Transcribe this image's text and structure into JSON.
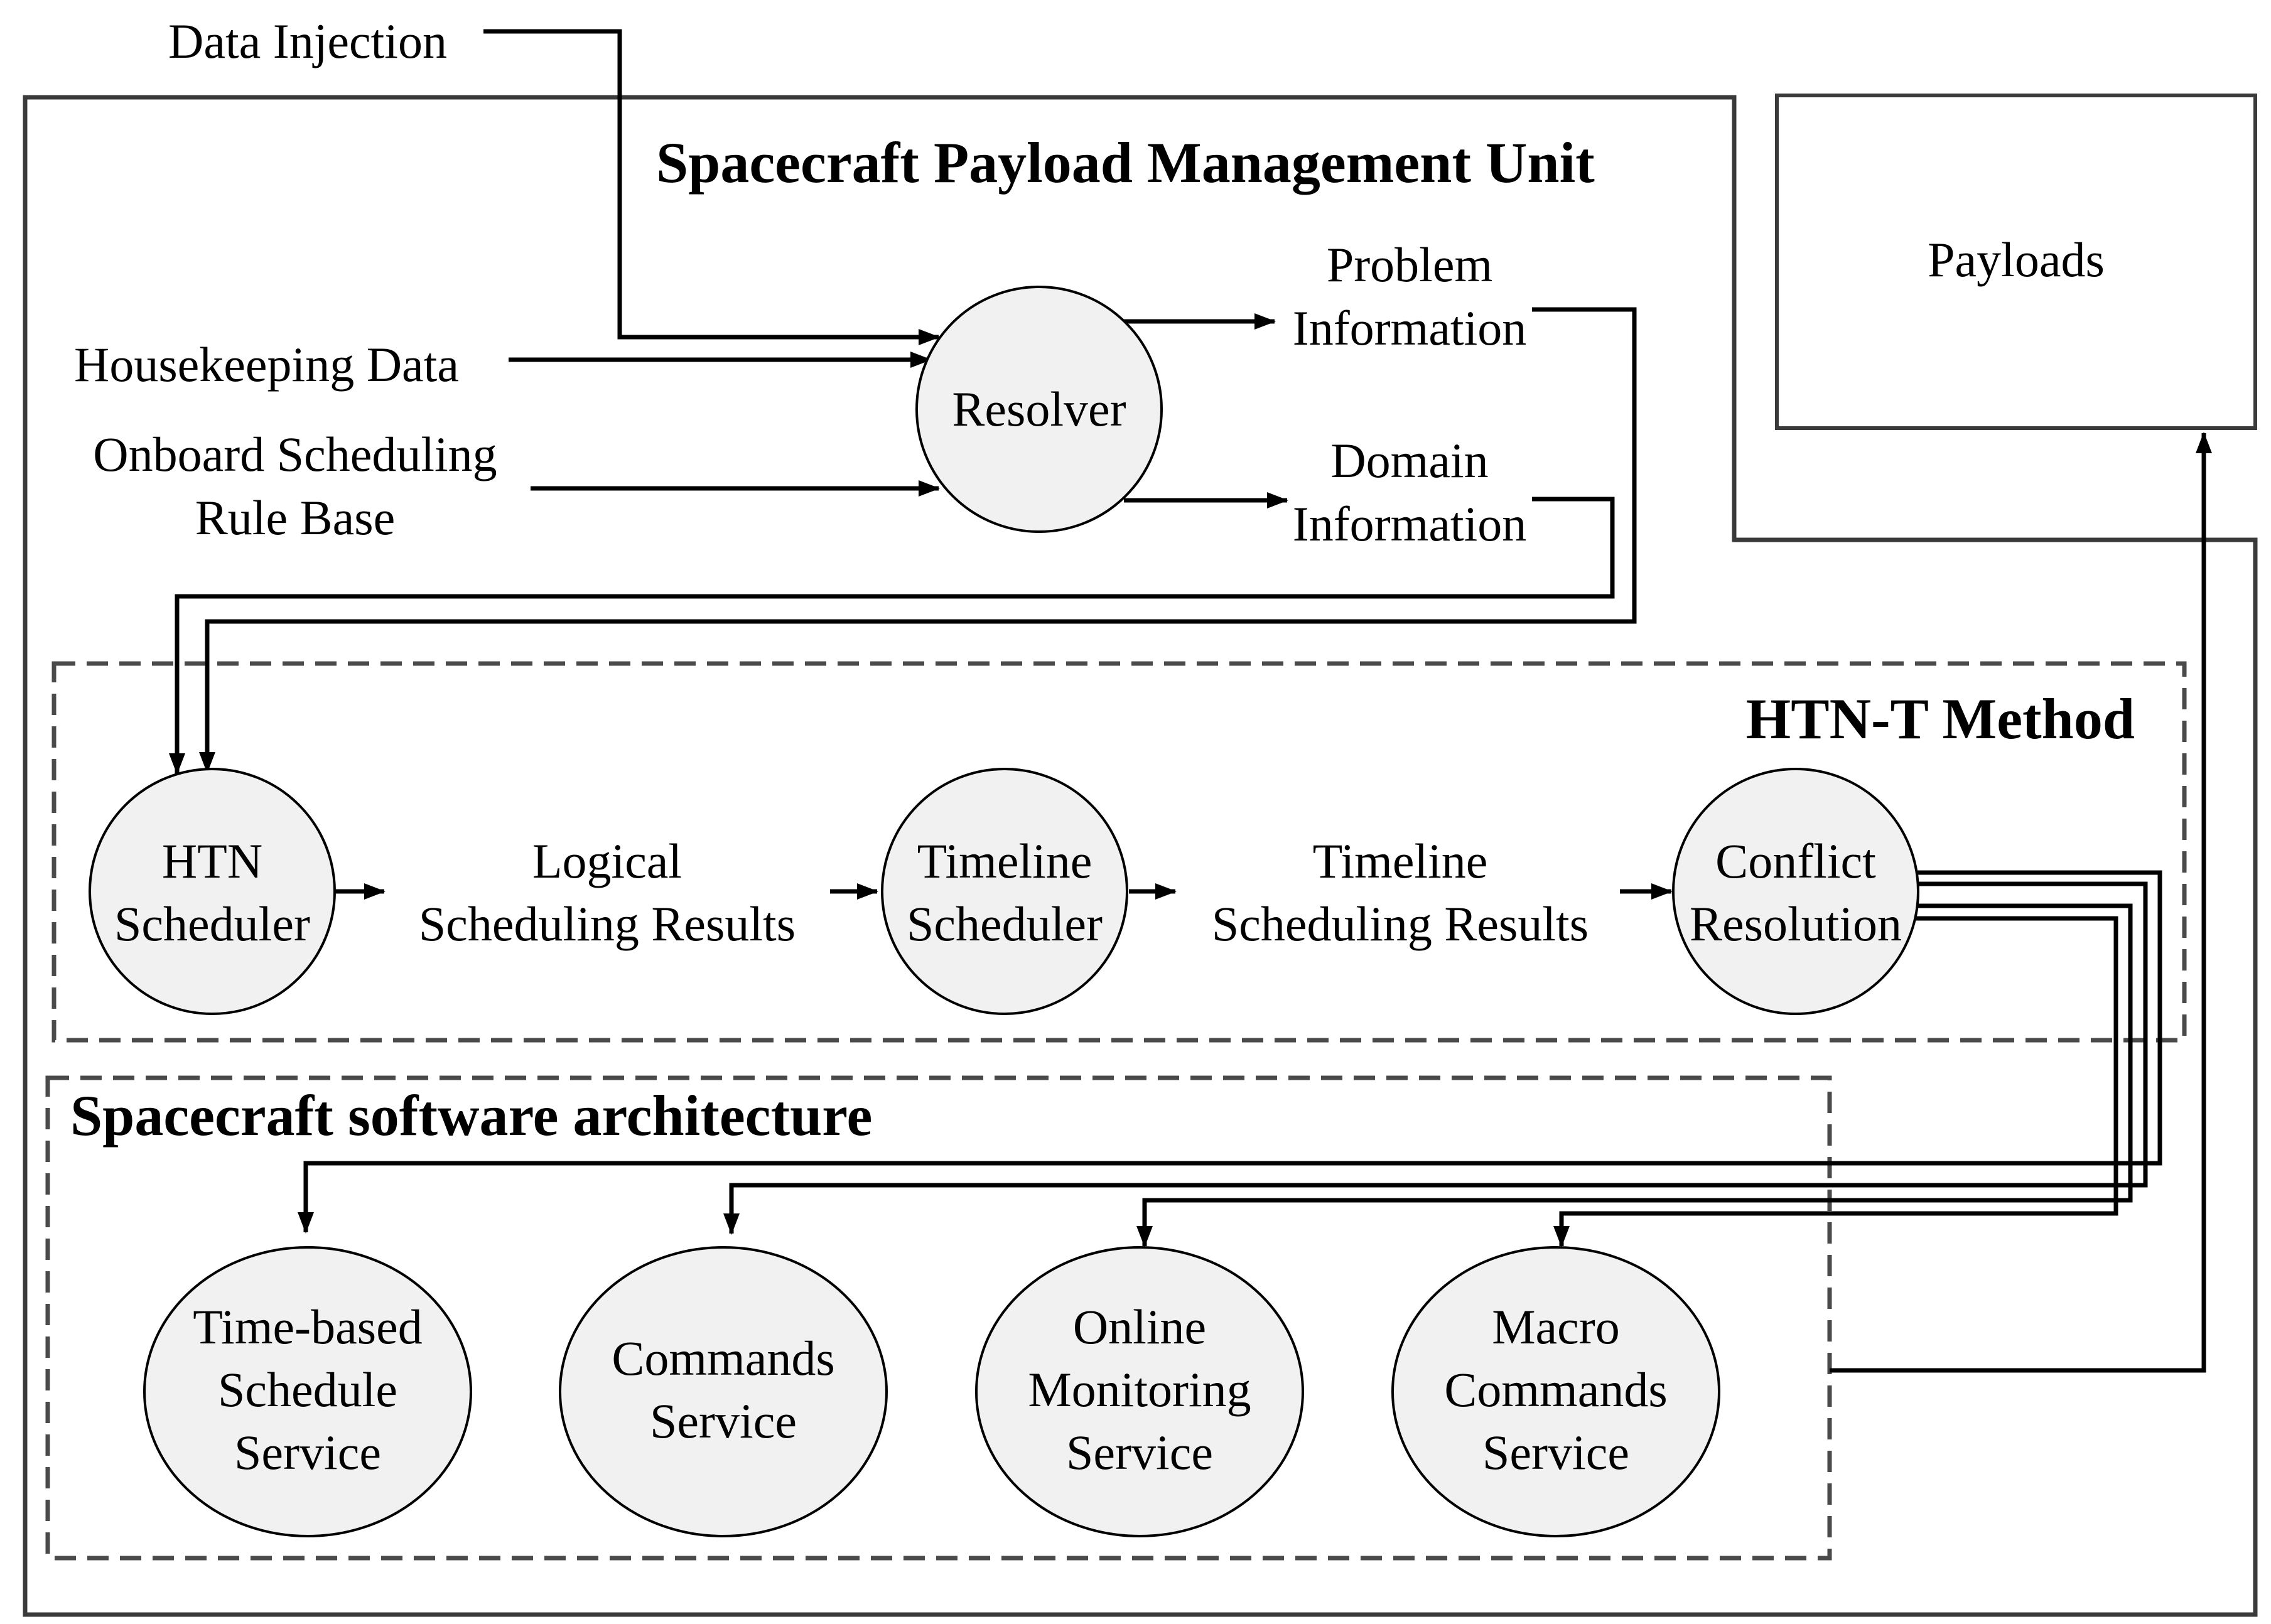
{
  "diagram": {
    "title": "Spacecraft Payload Management Unit",
    "inputs": {
      "data_injection": "Data Injection",
      "housekeeping": "Housekeeping Data",
      "rule_base_line1": "Onboard Scheduling",
      "rule_base_line2": "Rule Base"
    },
    "resolver": "Resolver",
    "problem_info": {
      "line1": "Problem",
      "line2": "Information"
    },
    "domain_info": {
      "line1": "Domain",
      "line2": "Information"
    },
    "payloads": "Payloads",
    "htn_method": {
      "title": "HTN-T Method",
      "htn_scheduler": {
        "line1": "HTN",
        "line2": "Scheduler"
      },
      "logical_results": {
        "line1": "Logical",
        "line2": "Scheduling Results"
      },
      "timeline_scheduler": {
        "line1": "Timeline",
        "line2": "Scheduler"
      },
      "timeline_results": {
        "line1": "Timeline",
        "line2": "Scheduling Results"
      },
      "conflict_resolution": {
        "line1": "Conflict",
        "line2": "Resolution"
      }
    },
    "software_arch": {
      "title": "Spacecraft software architecture",
      "time_based": {
        "line1": "Time-based",
        "line2": "Schedule",
        "line3": "Service"
      },
      "commands": {
        "line1": "Commands",
        "line2": "Service"
      },
      "online_monitoring": {
        "line1": "Online",
        "line2": "Monitoring",
        "line3": "Service"
      },
      "macro_commands": {
        "line1": "Macro",
        "line2": "Commands",
        "line3": "Service"
      }
    }
  }
}
